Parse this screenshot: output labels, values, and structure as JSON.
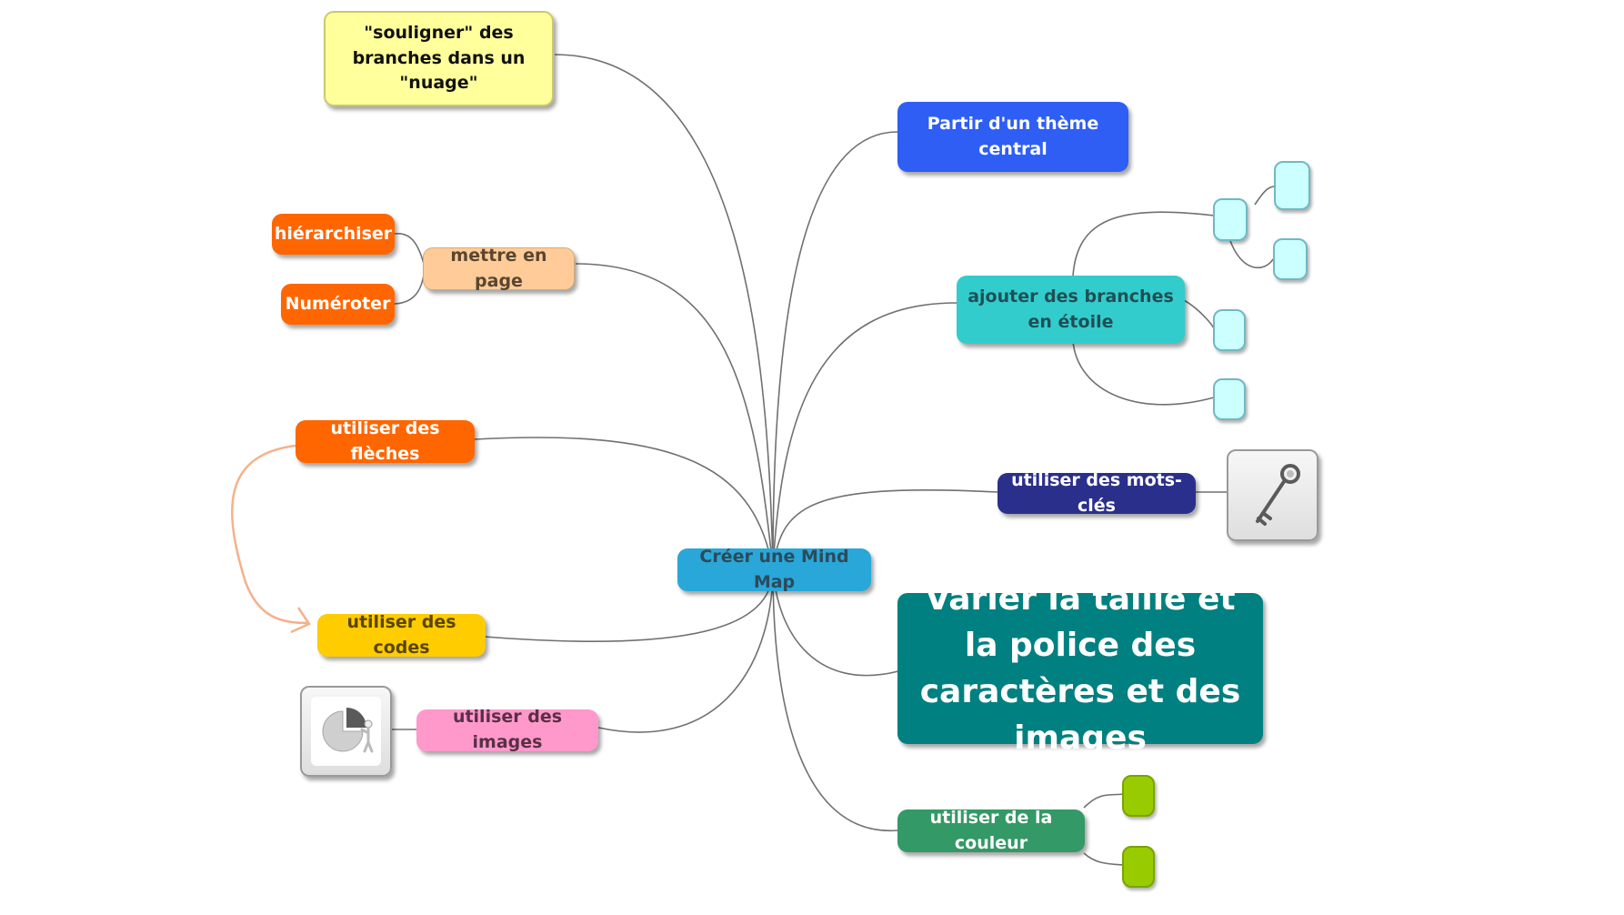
{
  "central": {
    "label": "Créer une Mind Map",
    "color": "#29a7d9",
    "text_color": "#2d4a5a"
  },
  "branches": {
    "cloud": {
      "label": "\"souligner\" des branches dans un \"nuage\"",
      "color": "#ffff9c",
      "text_color": "#111111"
    },
    "central_theme": {
      "label": "Partir d'un thème central",
      "color": "#2f5ef5",
      "text_color": "#ffffff"
    },
    "layout": {
      "label": "mettre en page",
      "color": "#ffcc99",
      "text_color": "#5a4630",
      "children": [
        {
          "label": "hiérarchiser",
          "color": "#ff6600",
          "text_color": "#ffffff"
        },
        {
          "label": "Numéroter",
          "color": "#ff6600",
          "text_color": "#ffffff"
        }
      ]
    },
    "star": {
      "label": "ajouter des branches en étoile",
      "color": "#33cccc",
      "text_color": "#1f4f55",
      "sub_color": "#ccffff"
    },
    "arrows": {
      "label": "utiliser des flèches",
      "color": "#ff6600",
      "text_color": "#ffffff",
      "arrow_color": "#f5b18a"
    },
    "keywords": {
      "label": "utiliser des mots-clés",
      "color": "#2b2f8c",
      "text_color": "#ffffff",
      "picture": "key-icon"
    },
    "codes": {
      "label": "utiliser des codes",
      "color": "#ffcc00",
      "text_color": "#5a4600"
    },
    "size": {
      "label": "Varier la taille et la police des caractères et des images",
      "color": "#008080",
      "text_color": "#ffffff"
    },
    "images": {
      "label": "utiliser des images",
      "color": "#ff99cc",
      "text_color": "#5a3045",
      "picture": "pie-chart-figure-icon"
    },
    "colour": {
      "label": "utiliser de la couleur",
      "color": "#339966",
      "text_color": "#ffffff",
      "sub_color": "#99cc00"
    }
  },
  "link_color": "#707070"
}
